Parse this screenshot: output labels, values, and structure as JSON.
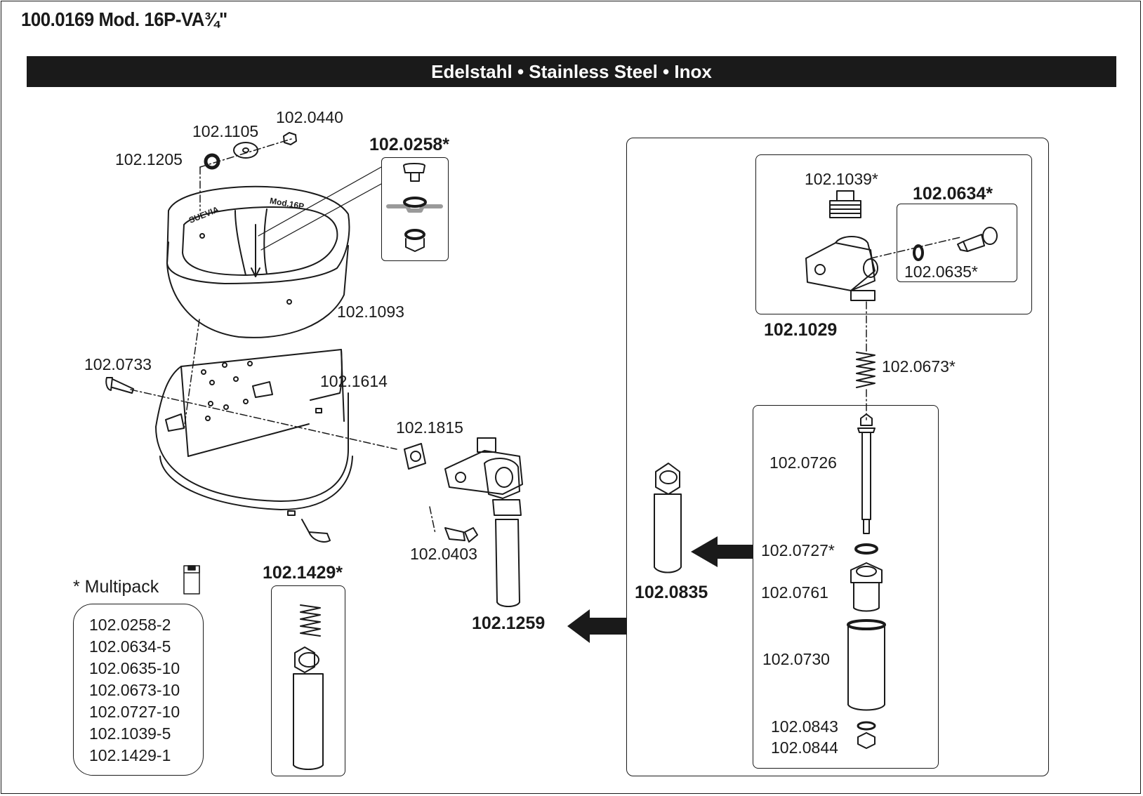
{
  "header": {
    "title": "100.0169 Mod. 16P-VA¾\"",
    "banner": "Edelstahl • Stainless Steel • Inox"
  },
  "bowl_markings": {
    "brand": "SUEVIA",
    "model": "Mod.16P"
  },
  "parts": {
    "p1205": "102.1205",
    "p1105": "102.1105",
    "p0440": "102.0440",
    "p0258": "102.0258*",
    "p1093": "102.1093",
    "p0733": "102.0733",
    "p1614": "102.1614",
    "p1815": "102.1815",
    "p0403": "102.0403",
    "p1259": "102.1259",
    "p1429": "102.1429*",
    "p0835": "102.0835",
    "p1039": "102.1039*",
    "p0634": "102.0634*",
    "p0635": "102.0635*",
    "p1029": "102.1029",
    "p0673": "102.0673*",
    "p0726": "102.0726",
    "p0727": "102.0727*",
    "p0761": "102.0761",
    "p0730": "102.0730",
    "p0843": "102.0843",
    "p0844": "102.0844"
  },
  "multipack": {
    "title": "* Multipack",
    "items": [
      "102.0258-2",
      "102.0634-5",
      "102.0635-10",
      "102.0673-10",
      "102.0727-10",
      "102.1039-5",
      "102.1429-1"
    ]
  },
  "icons": {
    "multipack_icon": "box-icon",
    "arrows": "arrow-left-icon"
  },
  "colors": {
    "ink": "#1a1a1a",
    "banner_bg": "#1a1a1a",
    "banner_text": "#ffffff",
    "paper": "#ffffff"
  }
}
